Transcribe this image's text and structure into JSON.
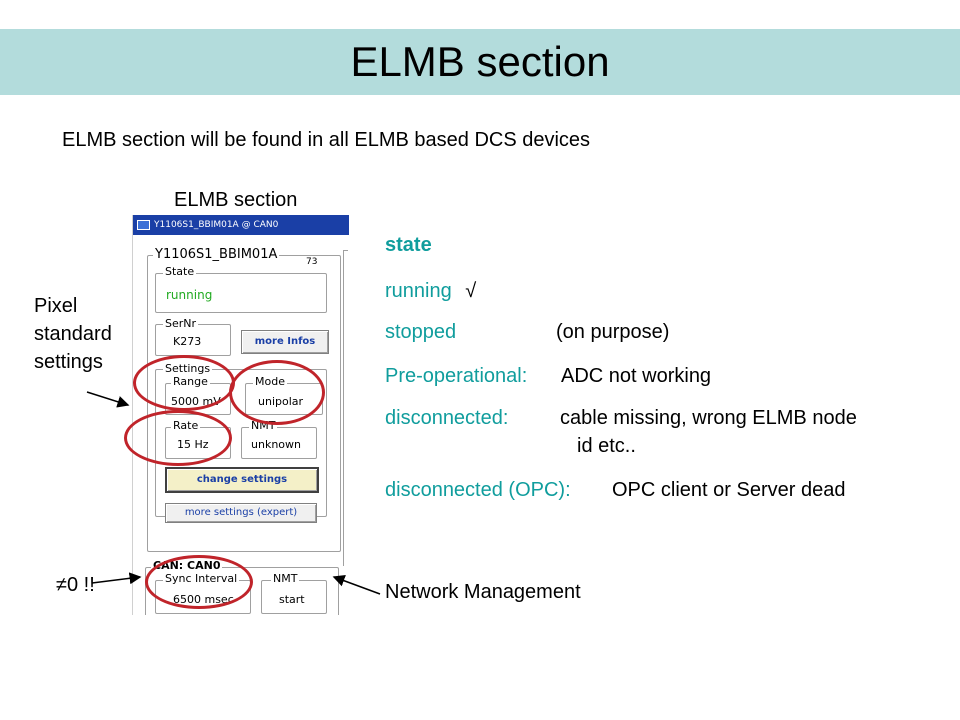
{
  "slide": {
    "title": "ELMB section",
    "subtitle": "ELMB section will be found in all ELMB based DCS devices",
    "caption": "ELMB section"
  },
  "annotations": {
    "pixel": [
      "Pixel",
      "standard",
      "settings"
    ],
    "neq": "≠0 !!",
    "network": "Network Management"
  },
  "states": {
    "heading": "state",
    "running": "running",
    "check": "√",
    "stopped": "stopped",
    "stopped_desc": "(on purpose)",
    "preop": "Pre-operational:",
    "preop_desc": "ADC not working",
    "disc": "disconnected:",
    "disc_desc1": "cable missing, wrong ELMB node",
    "disc_desc2": "id etc..",
    "discopc": "disconnected (OPC):",
    "discopc_desc": "OPC client or Server dead"
  },
  "panel": {
    "window_title": "Y1106S1_BBIM01A @ CAN0",
    "group_title": "Y1106S1_BBIM01A",
    "node_id": "73",
    "state_label": "State",
    "state_value": "running",
    "sernr_label": "SerNr",
    "sernr_value": "K273",
    "more_infos": "more Infos",
    "settings_label": "Settings",
    "range_label": "Range",
    "range_value": "5000 mV",
    "mode_label": "Mode",
    "mode_value": "unipolar",
    "rate_label": "Rate",
    "rate_value": "15 Hz",
    "nmt_label": "NMT",
    "nmt_value": "unknown",
    "change_settings": "change settings",
    "more_settings": "more settings (expert)",
    "can_label": "CAN: CAN0",
    "sync_label": "Sync Interval",
    "sync_value": "6500 msec",
    "can_nmt_label": "NMT",
    "can_nmt_value": "start"
  },
  "colors": {
    "title_bar": "#b3dcdc",
    "teal_text": "#109d9d",
    "running_green": "#22aa22",
    "ring_red": "#c0242a",
    "window_title_blue": "#1a3fa6"
  }
}
